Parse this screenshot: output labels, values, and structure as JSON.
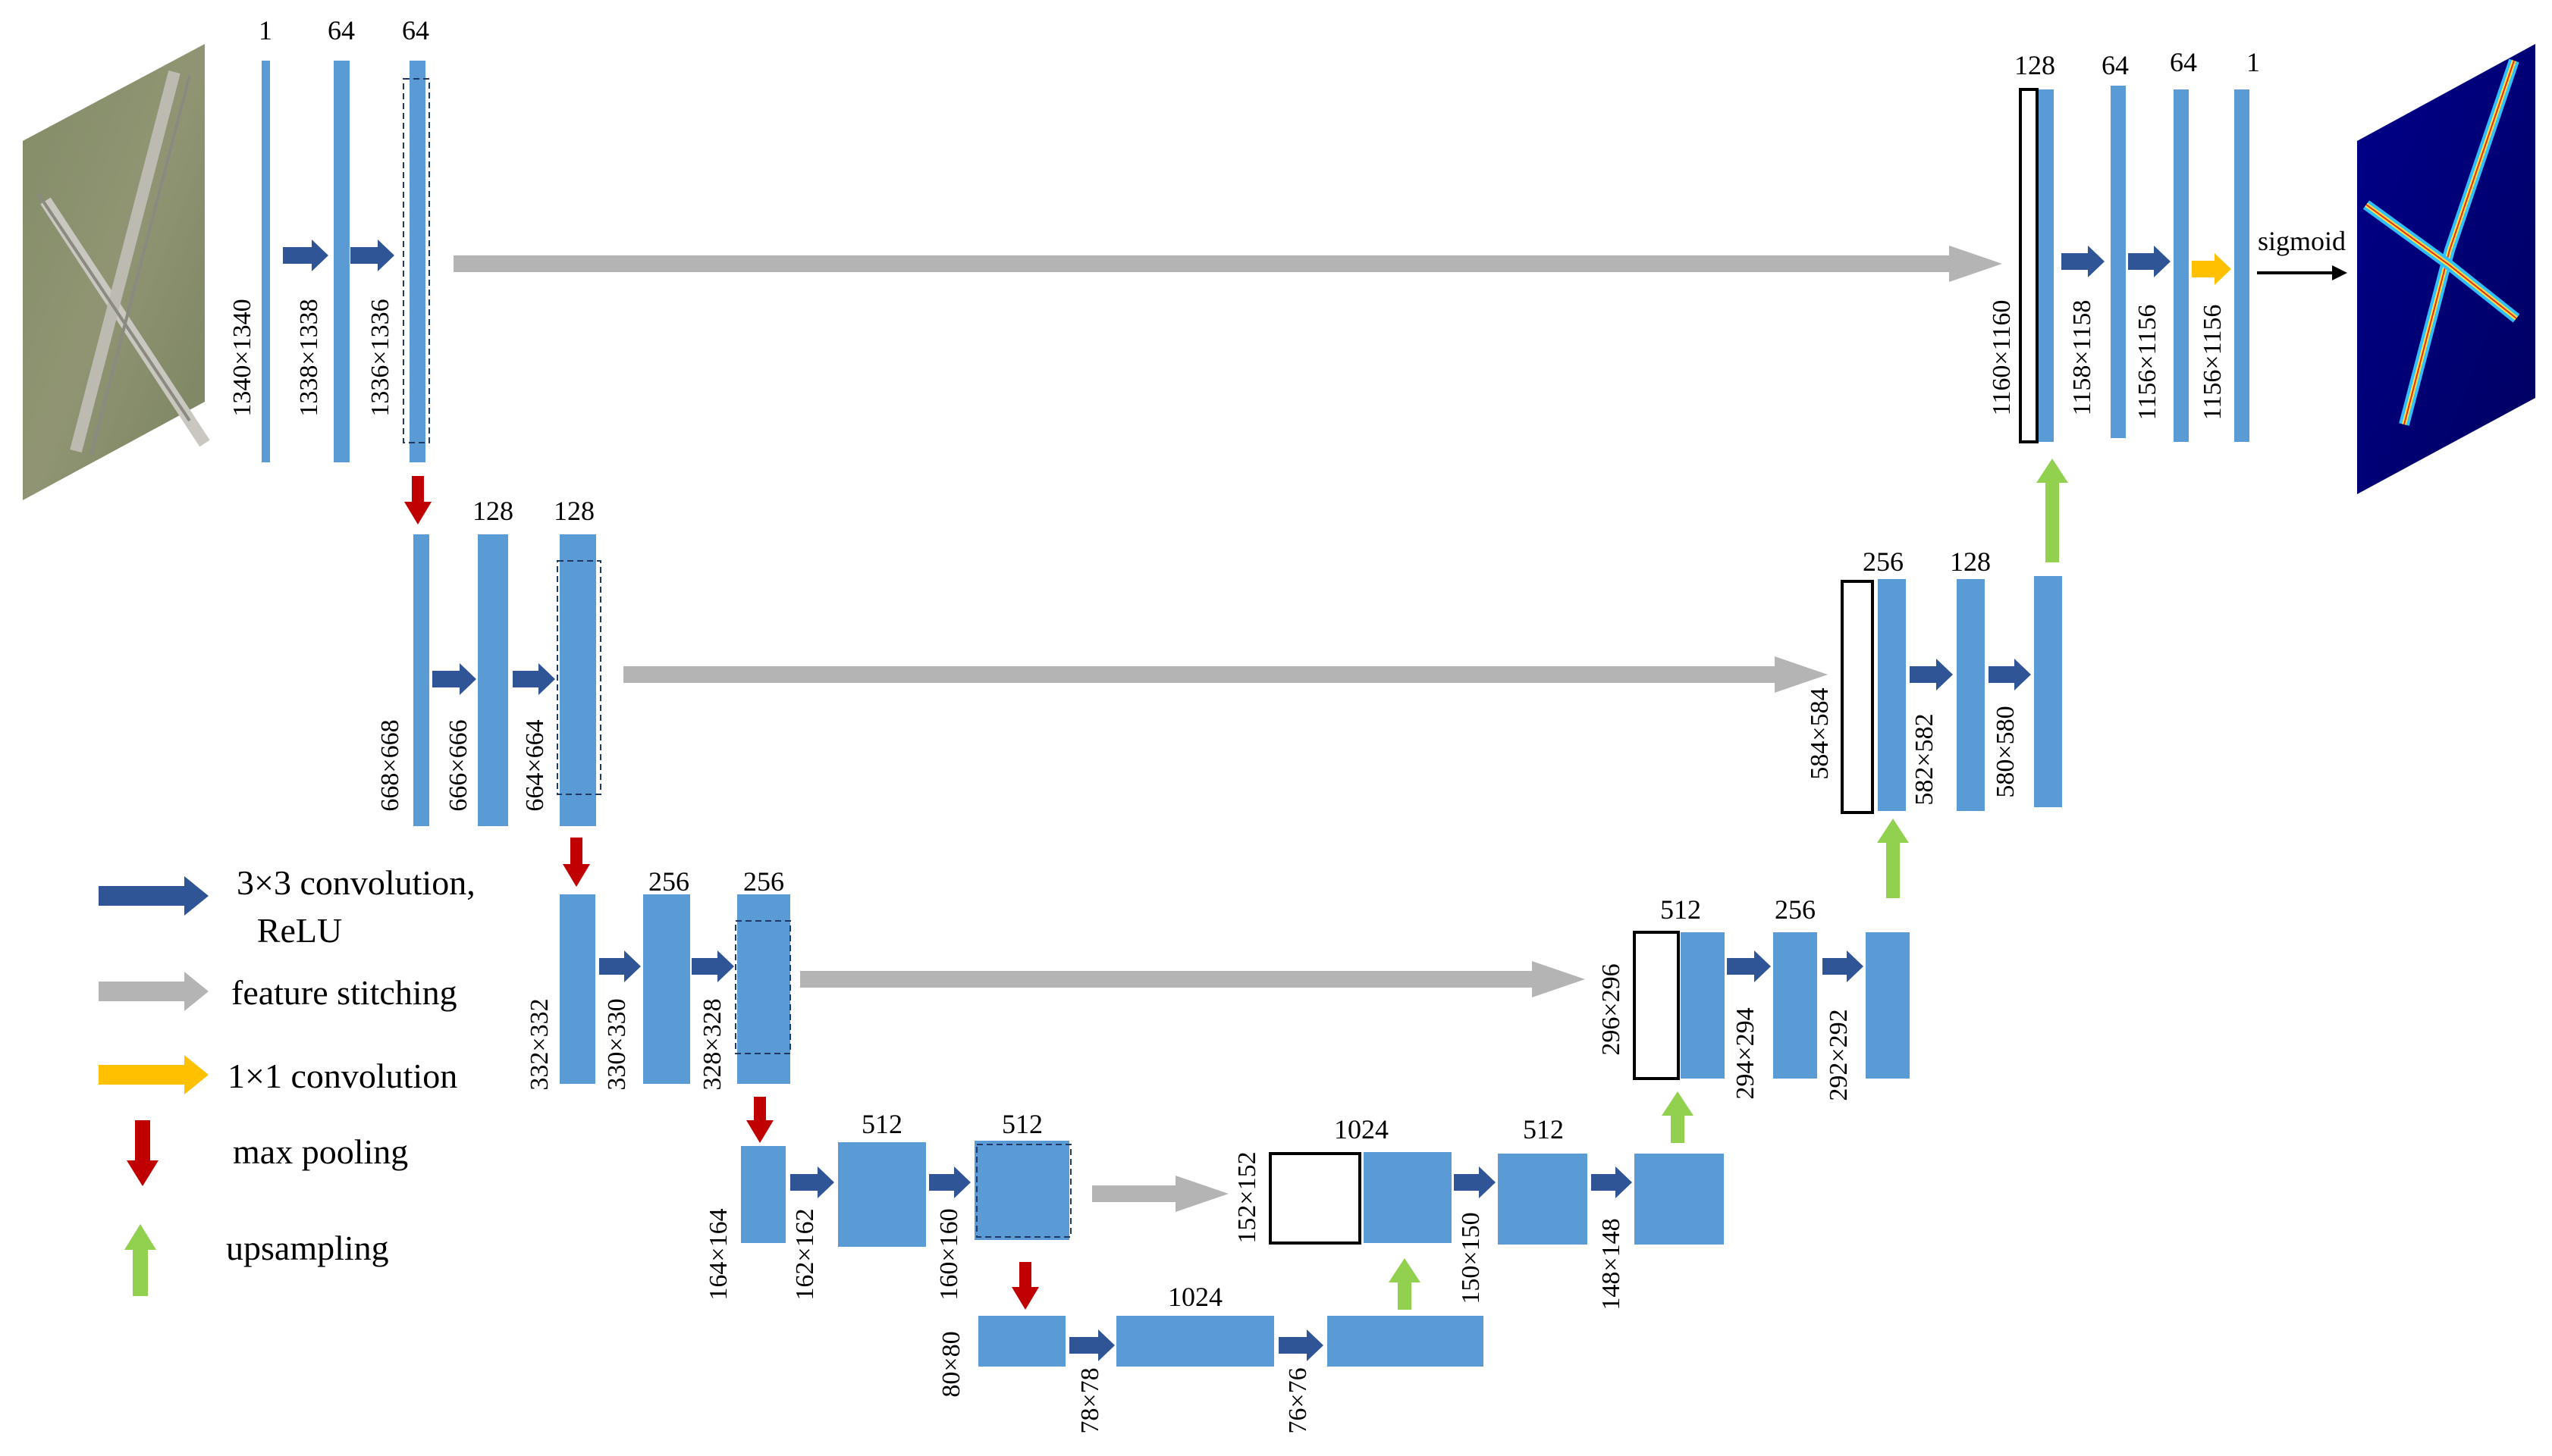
{
  "colors": {
    "block": "#5b9bd5",
    "conv": "#2f5597",
    "stitch": "#b4b4b4",
    "conv1x1": "#ffc000",
    "pool": "#c00000",
    "up": "#92d050"
  },
  "images": {
    "input_desc": "aerial image of road intersection",
    "output_desc": "road prediction heatmap"
  },
  "sigmoid_label": "sigmoid",
  "legend": [
    {
      "icon": "conv-arrow-icon",
      "text": "3×3 convolution,",
      "text2": "ReLU"
    },
    {
      "icon": "stitch-arrow-icon",
      "text": "feature stitching"
    },
    {
      "icon": "conv1x1-arrow-icon",
      "text": "1×1 convolution"
    },
    {
      "icon": "maxpool-arrow-icon",
      "text": "max pooling"
    },
    {
      "icon": "upsample-arrow-icon",
      "text": "upsampling"
    }
  ],
  "channels": [
    "1",
    "64",
    "64",
    "128",
    "128",
    "256",
    "256",
    "512",
    "512",
    "1024",
    "1024",
    "512",
    "512",
    "256",
    "256",
    "128",
    "128",
    "64",
    "64",
    "1"
  ],
  "sizes": [
    "1340×1340",
    "1338×1338",
    "1336×1336",
    "668×668",
    "666×666",
    "664×664",
    "332×332",
    "330×330",
    "328×328",
    "164×164",
    "162×162",
    "160×160",
    "80×80",
    "78×78",
    "76×76",
    "152×152",
    "150×150",
    "148×148",
    "296×296",
    "294×294",
    "292×292",
    "584×584",
    "582×582",
    "580×580",
    "1160×1160",
    "1158×1158",
    "1156×1156",
    "1156×1156"
  ]
}
